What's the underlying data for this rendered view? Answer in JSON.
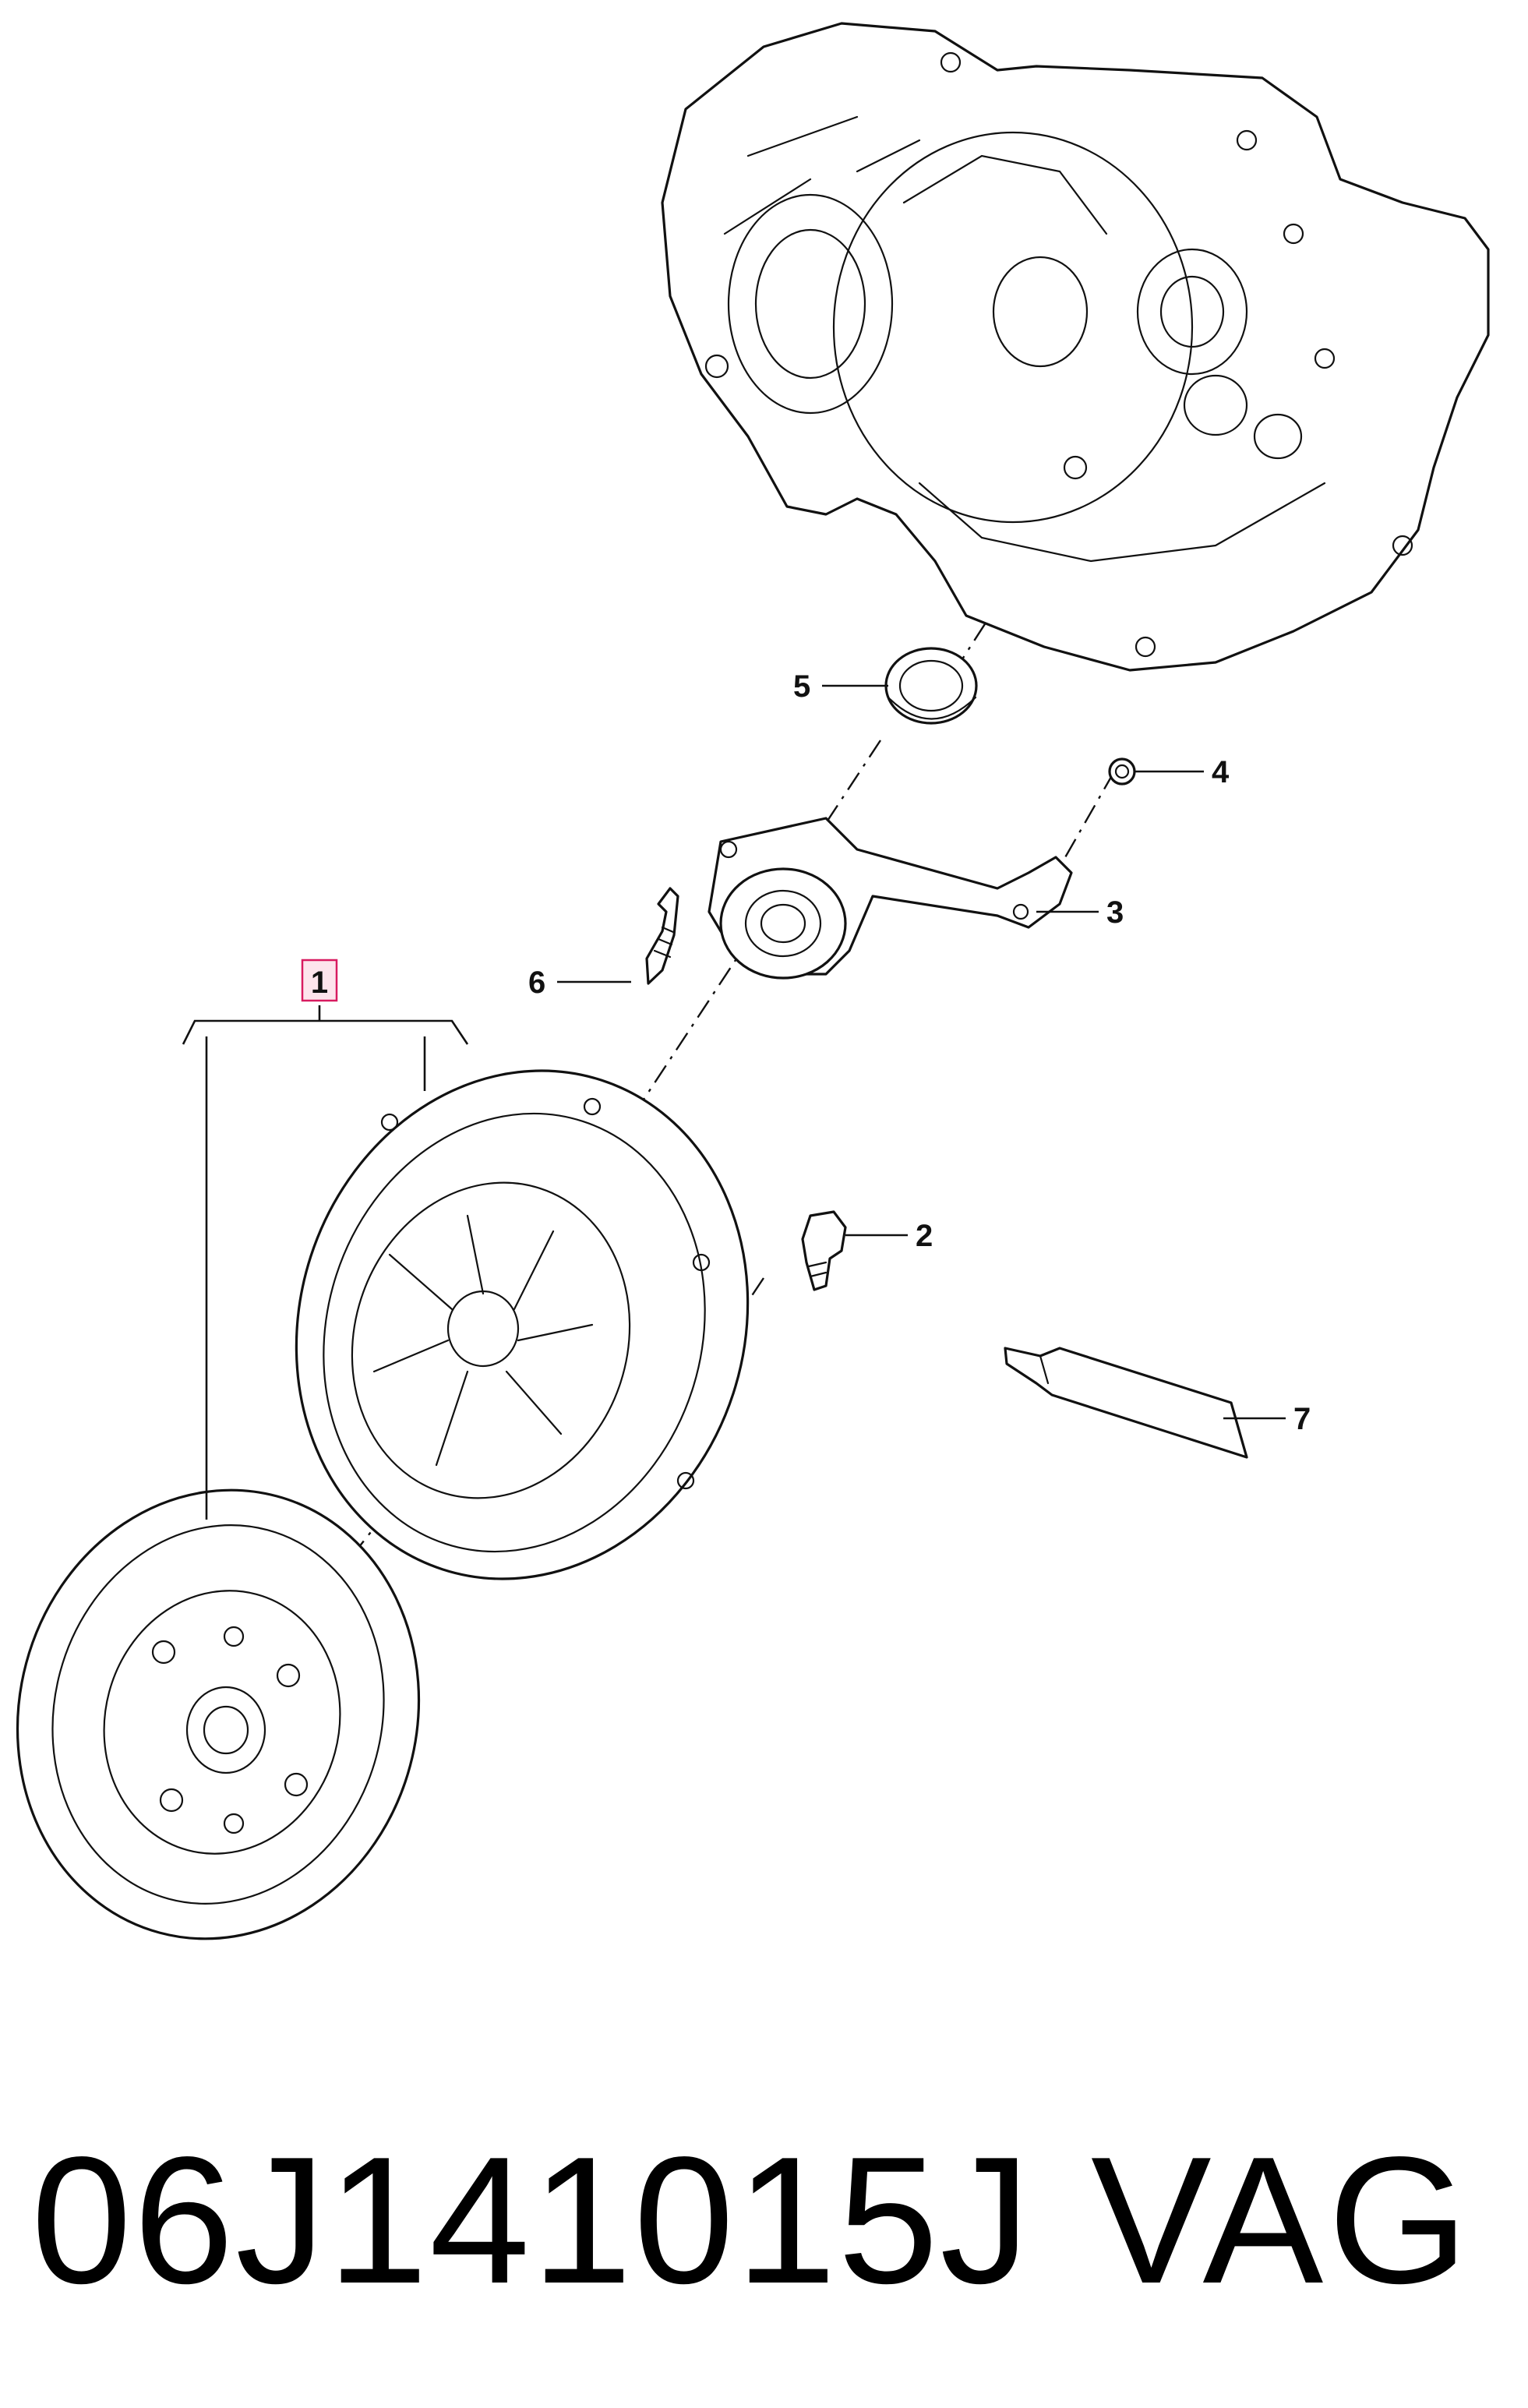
{
  "callouts": [
    {
      "id": "1",
      "label": "1",
      "boxed": true
    },
    {
      "id": "2",
      "label": "2"
    },
    {
      "id": "3",
      "label": "3"
    },
    {
      "id": "4",
      "label": "4"
    },
    {
      "id": "5",
      "label": "5"
    },
    {
      "id": "6",
      "label": "6"
    },
    {
      "id": "7",
      "label": "7"
    }
  ],
  "highlight_color": "#d81b60",
  "footer": {
    "part_number": "06J141015J",
    "brand": "VAG"
  }
}
